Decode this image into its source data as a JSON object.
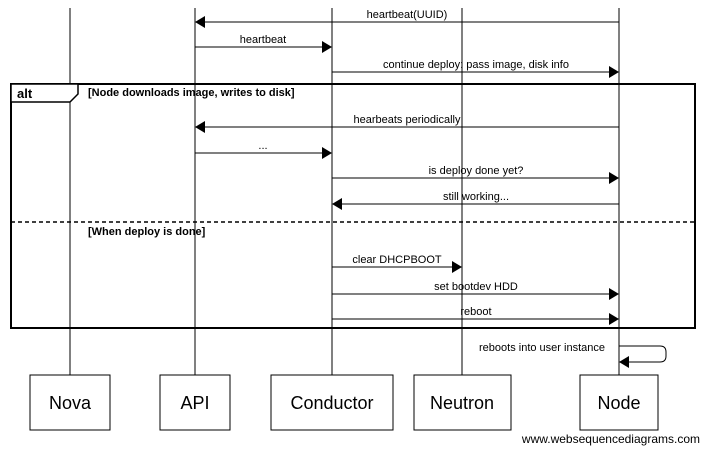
{
  "participants": [
    {
      "id": "nova",
      "label": "Nova"
    },
    {
      "id": "api",
      "label": "API"
    },
    {
      "id": "conductor",
      "label": "Conductor"
    },
    {
      "id": "neutron",
      "label": "Neutron"
    },
    {
      "id": "node",
      "label": "Node"
    }
  ],
  "messages": [
    {
      "from": "node",
      "to": "api",
      "label": "heartbeat(UUID)",
      "style": "solid"
    },
    {
      "from": "api",
      "to": "conductor",
      "label": "heartbeat",
      "style": "solid"
    },
    {
      "from": "conductor",
      "to": "node",
      "label": "continue deploy: pass image, disk info",
      "style": "solid"
    },
    {
      "from": "node",
      "to": "api",
      "label": "hearbeats periodically",
      "style": "solid"
    },
    {
      "from": "api",
      "to": "conductor",
      "label": "...",
      "style": "solid"
    },
    {
      "from": "conductor",
      "to": "node",
      "label": "is deploy done yet?",
      "style": "solid"
    },
    {
      "from": "node",
      "to": "conductor",
      "label": "still working...",
      "style": "solid"
    },
    {
      "from": "conductor",
      "to": "neutron",
      "label": "clear DHCPBOOT",
      "style": "solid"
    },
    {
      "from": "conductor",
      "to": "node",
      "label": "set bootdev HDD",
      "style": "solid"
    },
    {
      "from": "conductor",
      "to": "node",
      "label": "reboot",
      "style": "solid"
    },
    {
      "from": "node",
      "to": "node",
      "label": "reboots into user instance",
      "style": "self"
    }
  ],
  "alt_frame": {
    "tag": "alt",
    "first_condition": "[Node downloads image, writes to disk]",
    "second_condition": "[When deploy is done]"
  },
  "watermark": "www.websequencediagrams.com"
}
